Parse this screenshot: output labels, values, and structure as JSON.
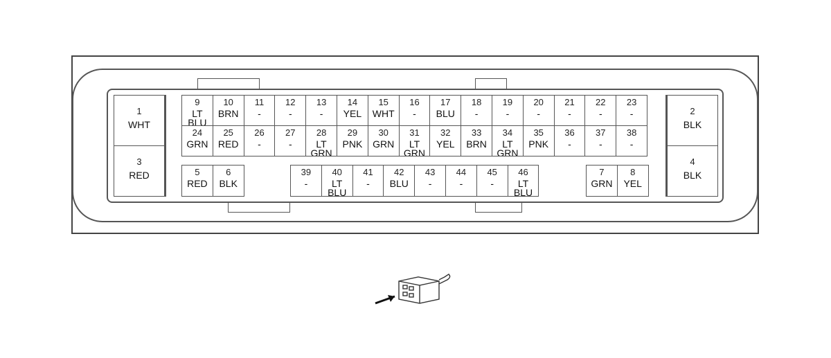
{
  "connector": {
    "left_pins": [
      {
        "pin": "1",
        "color": "WHT"
      },
      {
        "pin": "3",
        "color": "RED"
      }
    ],
    "right_pins": [
      {
        "pin": "2",
        "color": "BLK"
      },
      {
        "pin": "4",
        "color": "BLK"
      }
    ],
    "top_row": [
      {
        "pin": "9",
        "color": "LT\nBLU"
      },
      {
        "pin": "10",
        "color": "BRN"
      },
      {
        "pin": "11",
        "color": "-"
      },
      {
        "pin": "12",
        "color": "-"
      },
      {
        "pin": "13",
        "color": "-"
      },
      {
        "pin": "14",
        "color": "YEL"
      },
      {
        "pin": "15",
        "color": "WHT"
      },
      {
        "pin": "16",
        "color": "-"
      },
      {
        "pin": "17",
        "color": "BLU"
      },
      {
        "pin": "18",
        "color": "-"
      },
      {
        "pin": "19",
        "color": "-"
      },
      {
        "pin": "20",
        "color": "-"
      },
      {
        "pin": "21",
        "color": "-"
      },
      {
        "pin": "22",
        "color": "-"
      },
      {
        "pin": "23",
        "color": "-"
      }
    ],
    "middle_row": [
      {
        "pin": "24",
        "color": "GRN"
      },
      {
        "pin": "25",
        "color": "RED"
      },
      {
        "pin": "26",
        "color": "-"
      },
      {
        "pin": "27",
        "color": "-"
      },
      {
        "pin": "28",
        "color": "LT\nGRN"
      },
      {
        "pin": "29",
        "color": "PNK"
      },
      {
        "pin": "30",
        "color": "GRN"
      },
      {
        "pin": "31",
        "color": "LT\nGRN"
      },
      {
        "pin": "32",
        "color": "YEL"
      },
      {
        "pin": "33",
        "color": "BRN"
      },
      {
        "pin": "34",
        "color": "LT\nGRN"
      },
      {
        "pin": "35",
        "color": "PNK"
      },
      {
        "pin": "36",
        "color": "-"
      },
      {
        "pin": "37",
        "color": "-"
      },
      {
        "pin": "38",
        "color": "-"
      }
    ],
    "bottom_left": [
      {
        "pin": "5",
        "color": "RED"
      },
      {
        "pin": "6",
        "color": "BLK"
      }
    ],
    "bottom_mid": [
      {
        "pin": "39",
        "color": "-"
      },
      {
        "pin": "40",
        "color": "LT\nBLU"
      },
      {
        "pin": "41",
        "color": "-"
      },
      {
        "pin": "42",
        "color": "BLU"
      },
      {
        "pin": "43",
        "color": "-"
      },
      {
        "pin": "44",
        "color": "-"
      },
      {
        "pin": "45",
        "color": "-"
      },
      {
        "pin": "46",
        "color": "LT\nBLU"
      }
    ],
    "bottom_right": [
      {
        "pin": "7",
        "color": "GRN"
      },
      {
        "pin": "8",
        "color": "YEL"
      }
    ]
  },
  "symbol": {
    "icon": "connector-view-arrow-icon"
  },
  "colors": {
    "line": "#555555",
    "background": "#ffffff"
  }
}
